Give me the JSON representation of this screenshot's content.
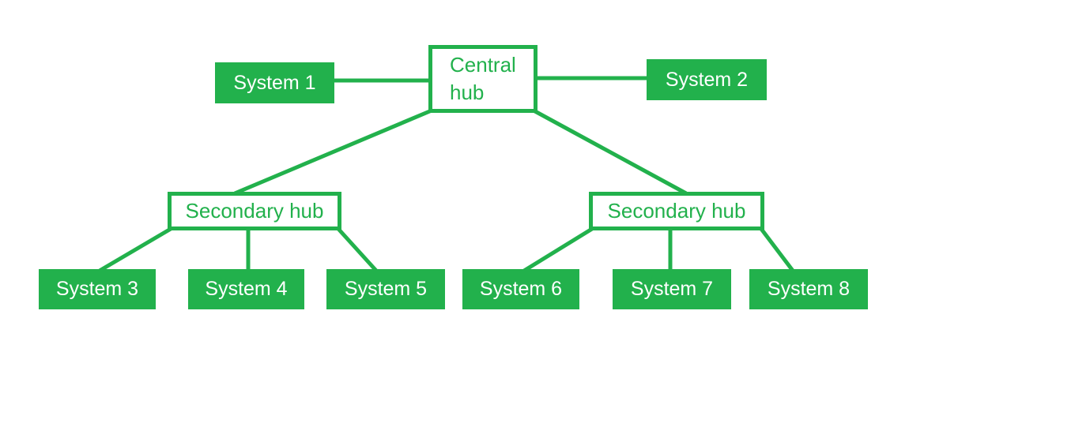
{
  "diagram": {
    "type": "tree-topology",
    "background_color": "#ffffff",
    "line_color": "#22b14c",
    "hub_box_style": {
      "fill": "#ffffff",
      "border": "#22b14c",
      "text": "#22b14c"
    },
    "system_box_style": {
      "fill": "#22b14c",
      "text": "#ffffff"
    },
    "nodes": {
      "central_hub": {
        "label": "Central hub",
        "kind": "hub"
      },
      "secondary_hub_left": {
        "label": "Secondary hub",
        "kind": "hub"
      },
      "secondary_hub_right": {
        "label": "Secondary hub",
        "kind": "hub"
      },
      "system_1": {
        "label": "System 1",
        "kind": "system"
      },
      "system_2": {
        "label": "System 2",
        "kind": "system"
      },
      "system_3": {
        "label": "System 3",
        "kind": "system"
      },
      "system_4": {
        "label": "System 4",
        "kind": "system"
      },
      "system_5": {
        "label": "System 5",
        "kind": "system"
      },
      "system_6": {
        "label": "System 6",
        "kind": "system"
      },
      "system_7": {
        "label": "System 7",
        "kind": "system"
      },
      "system_8": {
        "label": "System 8",
        "kind": "system"
      }
    },
    "connections": [
      {
        "from": "system_1",
        "to": "central_hub"
      },
      {
        "from": "central_hub",
        "to": "system_2"
      },
      {
        "from": "central_hub",
        "to": "secondary_hub_left"
      },
      {
        "from": "central_hub",
        "to": "secondary_hub_right"
      },
      {
        "from": "secondary_hub_left",
        "to": "system_3"
      },
      {
        "from": "secondary_hub_left",
        "to": "system_4"
      },
      {
        "from": "secondary_hub_left",
        "to": "system_5"
      },
      {
        "from": "secondary_hub_right",
        "to": "system_6"
      },
      {
        "from": "secondary_hub_right",
        "to": "system_7"
      },
      {
        "from": "secondary_hub_right",
        "to": "system_8"
      }
    ]
  }
}
